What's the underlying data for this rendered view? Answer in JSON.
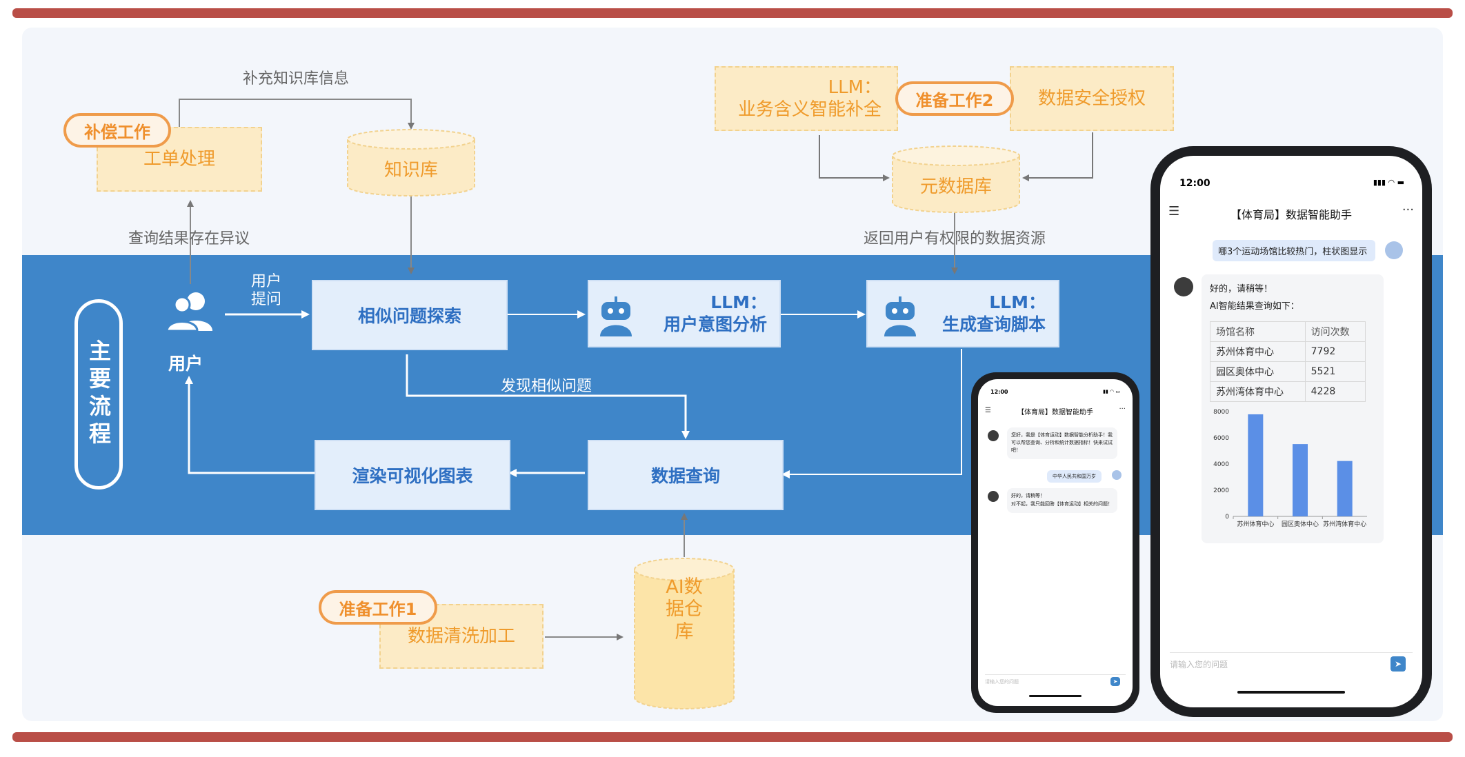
{
  "diagram": {
    "main_flow_label": "主要流程",
    "user_label": "用户",
    "user_ask_label": "用户\n提问",
    "nodes": {
      "similar_search": "相似问题探索",
      "intent_analysis": "LLM：\n用户意图分析",
      "gen_query": "LLM：\n生成查询脚本",
      "data_query": "数据查询",
      "render_chart": "渲染可视化图表"
    },
    "yellow": {
      "ticket": "工单处理",
      "kb": "知识库",
      "llm_business": "LLM：\n业务含义智能补全",
      "data_security": "数据安全授权",
      "metadata_db": "元数据库",
      "data_clean": "数据清洗加工",
      "ai_warehouse": "AI数据仓库"
    },
    "pills": {
      "compensate": "补偿工作",
      "prep2": "准备工作2",
      "prep1": "准备工作1"
    },
    "edge_labels": {
      "supplement_kb": "补充知识库信息",
      "query_doubt": "查询结果存在异议",
      "return_authorized": "返回用户有权限的数据资源",
      "found_similar": "发现相似问题"
    },
    "colors": {
      "band": "#3f86c9",
      "node_fill": "#e3eefb",
      "node_text": "#2e6fc2",
      "yellow_fill": "#fcebc6",
      "yellow_text": "#ef9b2c",
      "pill_border": "#ef9b4a",
      "frame_bar": "#b94e47"
    }
  },
  "phone_large": {
    "time": "12:00",
    "title": "【体育局】数据智能助手",
    "user_msg": "哪3个运动场馆比较热门，柱状图显示",
    "bot_line1": "好的，请稍等！",
    "bot_line2": "AI智能结果查询如下：",
    "table": {
      "headers": [
        "场馆名称",
        "访问次数"
      ],
      "rows": [
        [
          "苏州体育中心",
          "7792"
        ],
        [
          "园区奥体中心",
          "5521"
        ],
        [
          "苏州湾体育中心",
          "4228"
        ]
      ]
    },
    "input_placeholder": "请输入您的问题",
    "menu_icon": "menu-icon",
    "more_icon": "more-icon"
  },
  "phone_small": {
    "time": "12:00",
    "title": "【体育局】数据智能助手",
    "bot_msg1": "您好，我是【体育运动】数据智能分析助手！我可以帮您查询、分析和统计数据指标！快来试试吧！",
    "user_msg": "中华人民共和国万岁",
    "bot_msg2_line1": "好的，请稍等！",
    "bot_msg2_line2": "对不起，我只能回答【体育运动】相关的问题！",
    "input_placeholder": "请输入您的问题"
  },
  "chart_data": {
    "type": "bar",
    "categories": [
      "苏州体育中心",
      "园区奥体中心",
      "苏州湾体育中心"
    ],
    "values": [
      7792,
      5521,
      4228
    ],
    "ylim": [
      0,
      8000
    ],
    "yticks": [
      0,
      2000,
      4000,
      6000,
      8000
    ],
    "title": "",
    "xlabel": "",
    "ylabel": "",
    "bar_color": "#5b8fe6",
    "grid": false
  }
}
